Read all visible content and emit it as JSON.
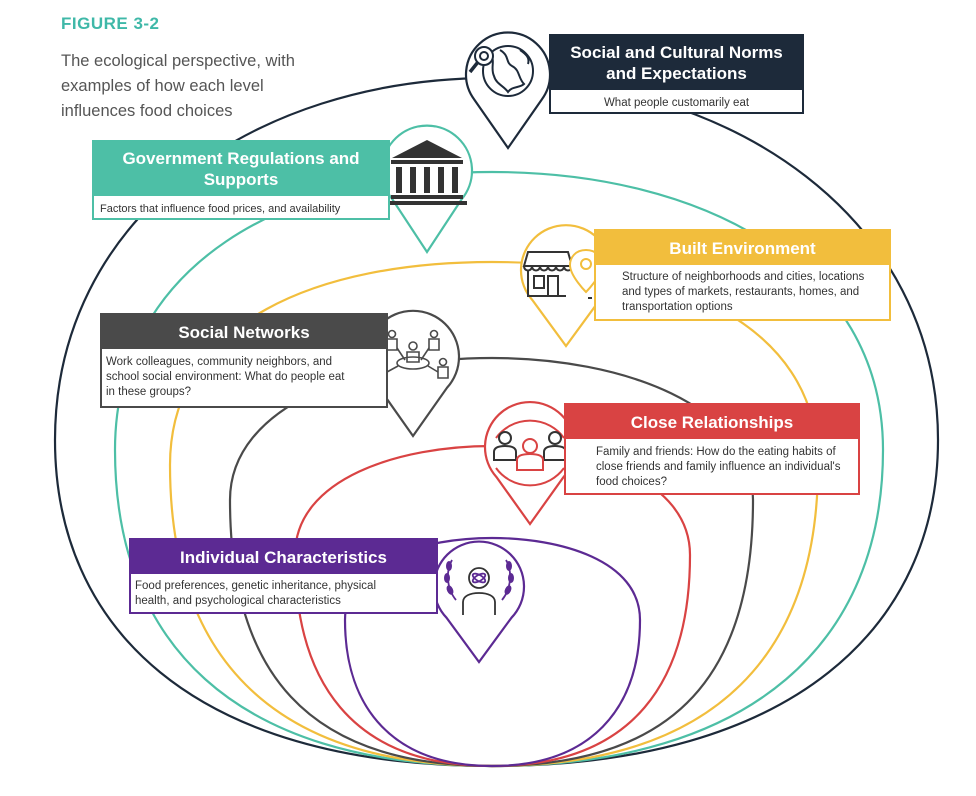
{
  "figure": {
    "label": "FIGURE 3-2",
    "caption": "The ecological perspective, with examples of how each level influences food choices"
  },
  "levels": [
    {
      "key": "norms",
      "title": "Social and Cultural Norms and Expectations",
      "description": "What people customarily eat",
      "color": "#1d2a3a",
      "icon": "globe-magnifier-icon"
    },
    {
      "key": "government",
      "title": "Government Regulations and Supports",
      "description": "Factors that influence food prices, and availability",
      "color": "#4dbfa6",
      "icon": "government-building-icon"
    },
    {
      "key": "built",
      "title": "Built Environment",
      "description": "Structure of neighborhoods and cities, locations and types of markets, restaurants, homes, and transportation options",
      "color": "#f2be3d",
      "icon": "store-location-icon"
    },
    {
      "key": "social",
      "title": "Social Networks",
      "description": "Work colleagues, community neighbors, and school social environment: What do people eat in these groups?",
      "color": "#4a4a4a",
      "icon": "people-network-icon"
    },
    {
      "key": "close",
      "title": "Close Relationships",
      "description": "Family and friends: How do the eating habits of close friends and family influence an individual's food choices?",
      "color": "#d94343",
      "icon": "family-group-icon"
    },
    {
      "key": "individual",
      "title": "Individual Characteristics",
      "description": "Food preferences, genetic inheritance, physical health, and psychological characteristics",
      "color": "#5c2a93",
      "icon": "person-laurel-icon"
    }
  ]
}
